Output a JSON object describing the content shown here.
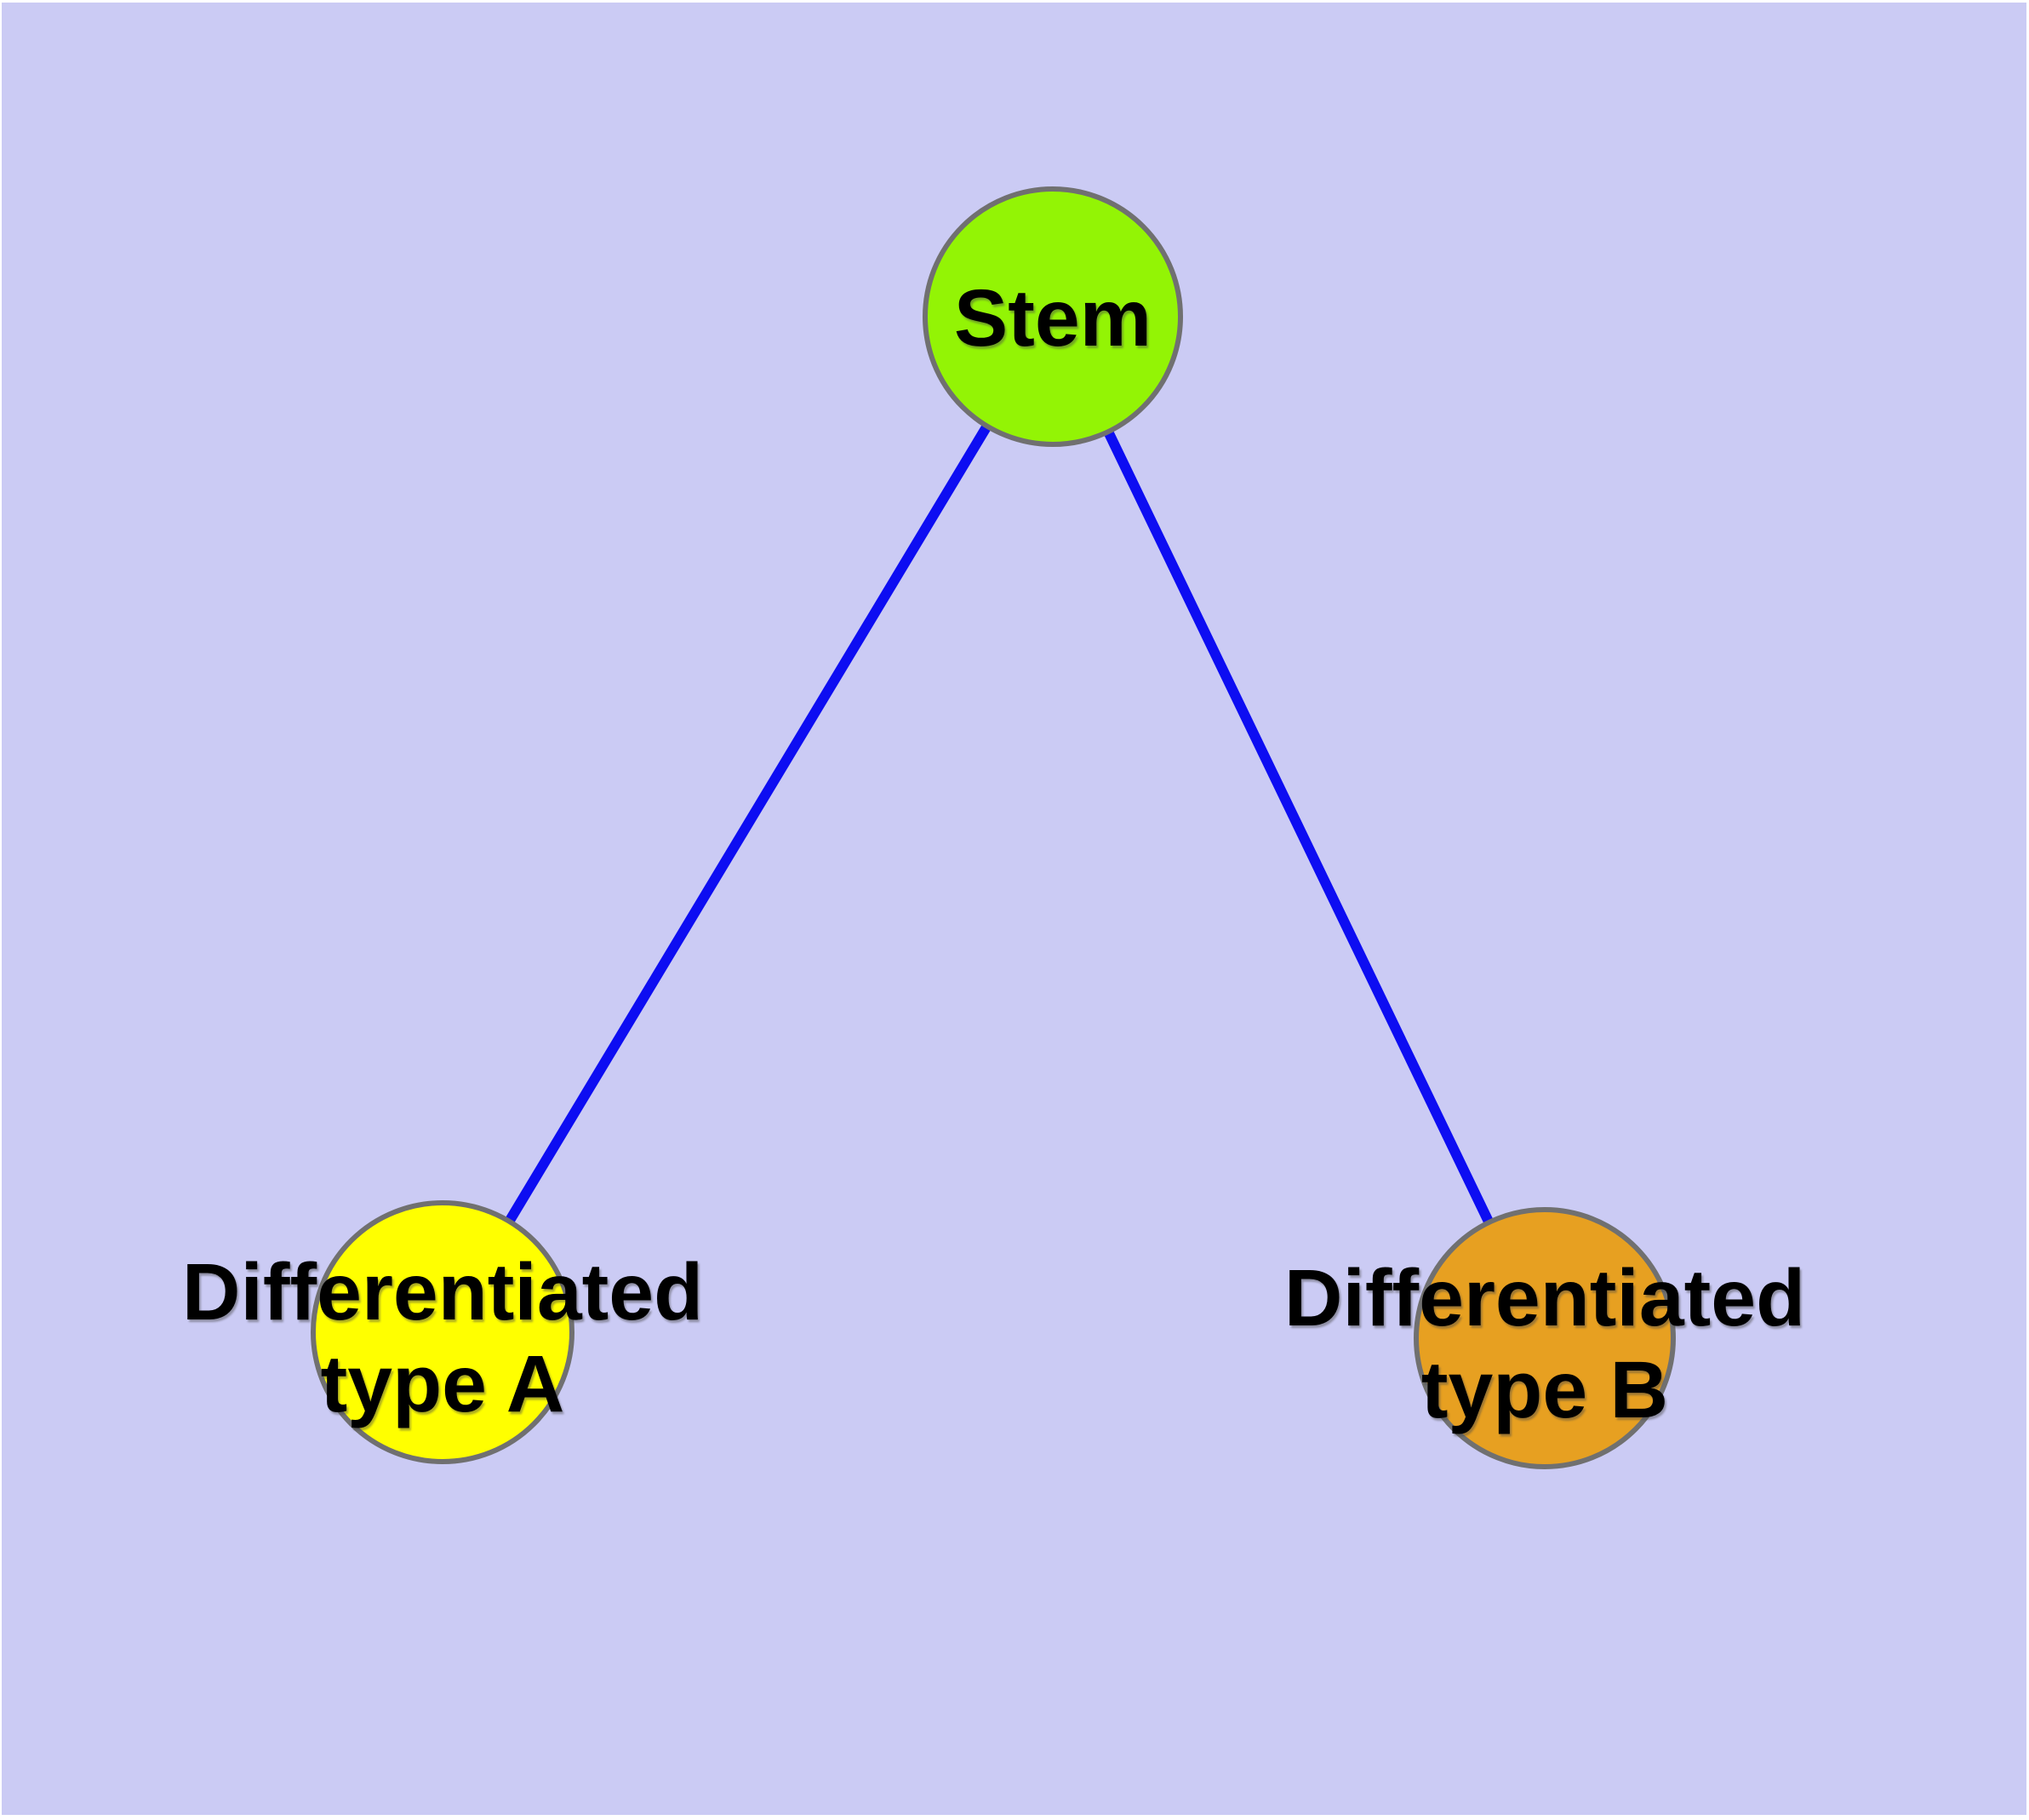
{
  "diagram": {
    "type": "node-link-graph",
    "background_color": "#CBCBF4",
    "frame_color": "#FFFFFF",
    "edge_color": "#0D0DF2",
    "node_border_color": "#707070",
    "label_color": "#000000",
    "nodes": [
      {
        "id": "stem",
        "name": "Stem",
        "lines": [
          "Stem"
        ],
        "fill_color": "#93F405"
      },
      {
        "id": "differentiated-type-a",
        "name": "Differentiated type A",
        "lines": [
          "Differentiated",
          "type A"
        ],
        "fill_color": "#FFFF00"
      },
      {
        "id": "differentiated-type-b",
        "name": "Differentiated type B",
        "lines": [
          "Differentiated",
          "type B"
        ],
        "fill_color": "#E7A021"
      }
    ],
    "edges": [
      {
        "from": "Stem",
        "to": "Differentiated type A"
      },
      {
        "from": "Stem",
        "to": "Differentiated type B"
      }
    ]
  }
}
